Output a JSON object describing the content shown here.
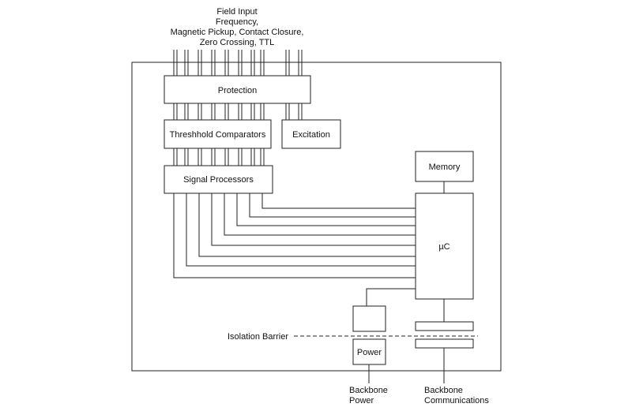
{
  "field_input": {
    "line1": "Field Input",
    "line2": "Frequency,",
    "line3": "Magnetic Pickup, Contact Closure,",
    "line4": "Zero Crossing, TTL"
  },
  "blocks": {
    "protection": "Protection",
    "threshold_comparators": "Threshhold Comparators",
    "excitation": "Excitation",
    "signal_processors": "Signal Processors",
    "memory": "Memory",
    "microcontroller": "µC",
    "power": "Power"
  },
  "isolation_barrier": "Isolation Barrier",
  "backbone_power": {
    "line1": "Backbone",
    "line2": "Power"
  },
  "backbone_communications": {
    "line1": "Backbone",
    "line2": "Communications"
  }
}
